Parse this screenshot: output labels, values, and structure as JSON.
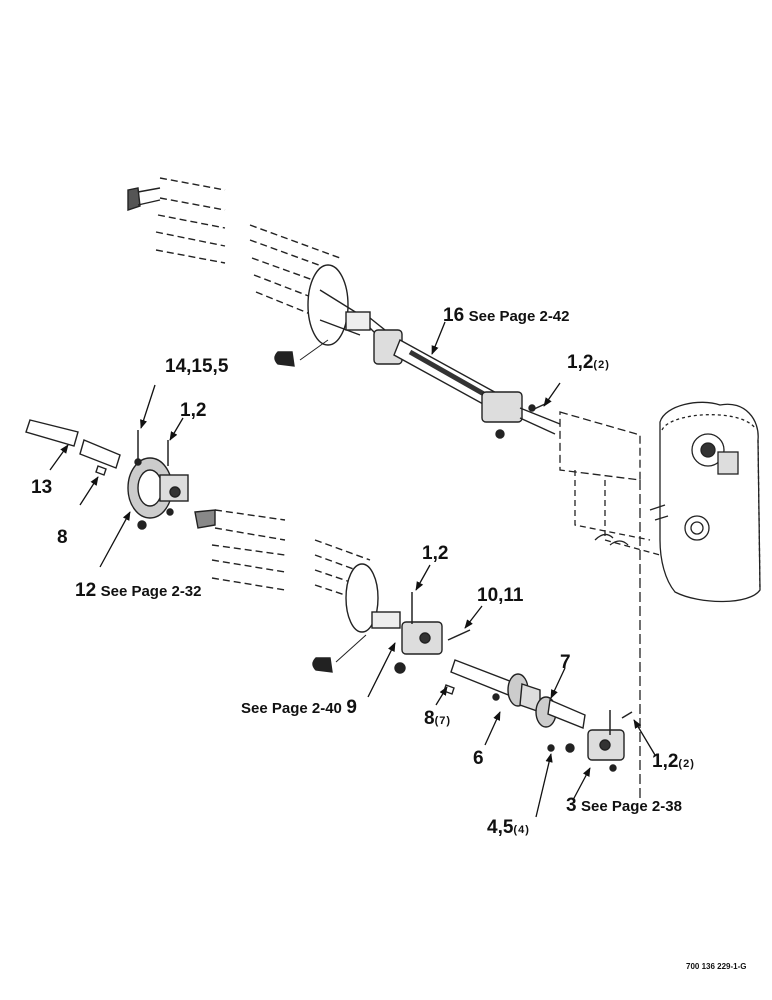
{
  "callouts": {
    "c16": {
      "num": "16",
      "ref": "See Page 2-42"
    },
    "c1_2_top": {
      "num": "1,2",
      "qty": "(2)"
    },
    "c14_15_5": {
      "num": "14,15,5"
    },
    "c1_2_left": {
      "num": "1,2"
    },
    "c13": {
      "num": "13"
    },
    "c8_left": {
      "num": "8"
    },
    "c12": {
      "num": "12",
      "ref": "See Page 2-32"
    },
    "c1_2_mid": {
      "num": "1,2"
    },
    "c10_11": {
      "num": "10,11"
    },
    "c9": {
      "num": "9",
      "ref": "See Page 2-40"
    },
    "c7": {
      "num": "7"
    },
    "c8_mid": {
      "num": "8",
      "qty": "(7)"
    },
    "c6": {
      "num": "6"
    },
    "c1_2_right": {
      "num": "1,2",
      "qty": "(2)"
    },
    "c3": {
      "num": "3",
      "ref": "See Page 2-38"
    },
    "c4_5": {
      "num": "4,5",
      "qty": "(4)"
    }
  },
  "figure_id": "700 136 229-1-G"
}
